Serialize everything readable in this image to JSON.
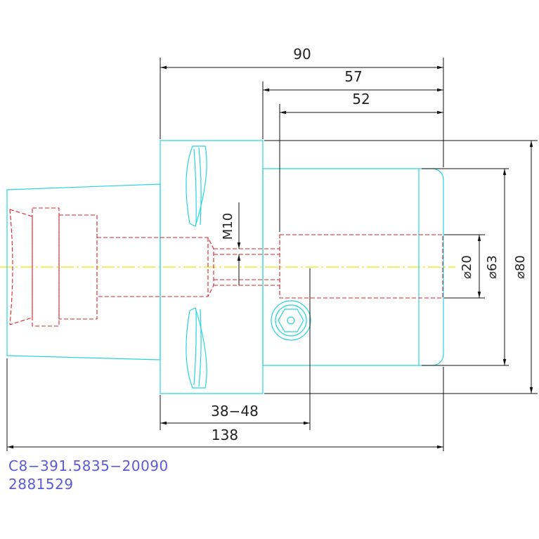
{
  "colors": {
    "outline": "#28d4dc",
    "hidden_lines": "#e0202a",
    "center_line": "#e8e800",
    "dimension": "#111111",
    "label_text": "#5a5ad8"
  },
  "dimensions": {
    "overall_90": "90",
    "length_57": "57",
    "length_52": "52",
    "thread": "M10",
    "dia_20": "⌀20",
    "dia_63": "⌀63",
    "dia_80": "⌀80",
    "range_38_48": "38−48",
    "total_138": "138"
  },
  "part": {
    "code": "C8−391.5835−20090",
    "number": "2881529"
  }
}
